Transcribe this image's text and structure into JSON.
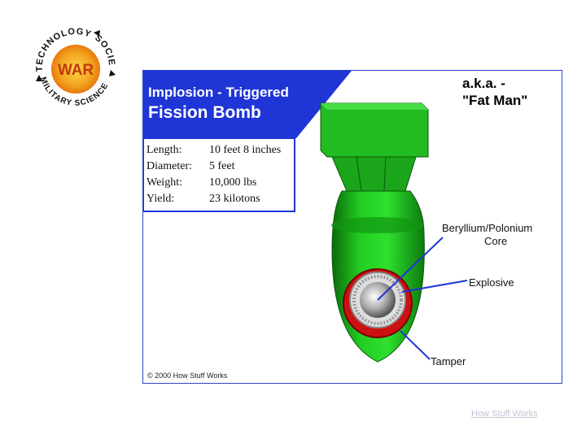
{
  "logo": {
    "top_text": "TECHNOLOGY",
    "right_text": "SOCIETY",
    "bottom_text": "MILITARY SCIENCE",
    "center_text": "WAR"
  },
  "diagram": {
    "title_line1": "Implosion - Triggered",
    "title_line2": "Fission Bomb",
    "aka_line1": "a.k.a. -",
    "aka_line2": "\"Fat Man\"",
    "specs": [
      {
        "label": "Length:",
        "value": "10 feet 8 inches"
      },
      {
        "label": "Diameter:",
        "value": "5 feet"
      },
      {
        "label": "Weight:",
        "value": "10,000 lbs"
      },
      {
        "label": "Yield:",
        "value": "23 kilotons"
      }
    ],
    "callouts": {
      "core_line1": "Beryllium/Polonium",
      "core_line2": "Core",
      "explosive": "Explosive",
      "tamper": "Tamper"
    },
    "copyright": "© 2000 How Stuff Works"
  },
  "credit_link": "How Stuff Works",
  "colors": {
    "banner_blue": "#1f35d6",
    "bomb_green": "#22cc22",
    "bomb_dark_green": "#0f7a0f",
    "tamper_red": "#cc1111",
    "logo_orange": "#f07a10"
  }
}
